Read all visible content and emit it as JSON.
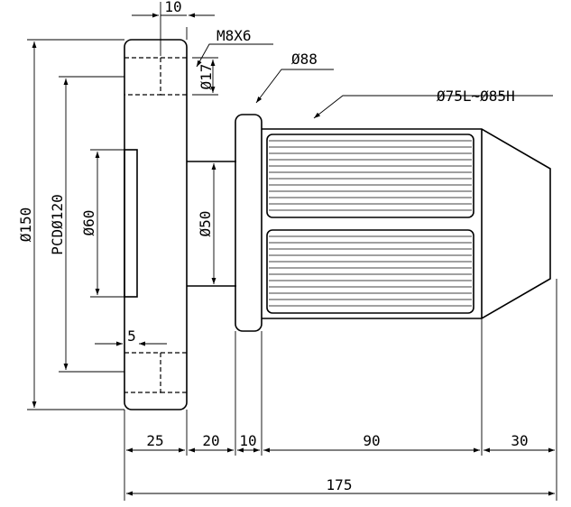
{
  "labels": {
    "top_width": "10",
    "thread": "M8X6",
    "small_dia": "Ø17",
    "flange_dia": "Ø88",
    "body_dia": "Ø75L~Ø85H",
    "outer_dia": "Ø150",
    "pcd": "PCDØ120",
    "bore": "Ø60",
    "shaft": "Ø50",
    "step": "5",
    "dim_25": "25",
    "dim_20": "20",
    "dim_10": "10",
    "dim_90": "90",
    "dim_30": "30",
    "total": "175"
  }
}
